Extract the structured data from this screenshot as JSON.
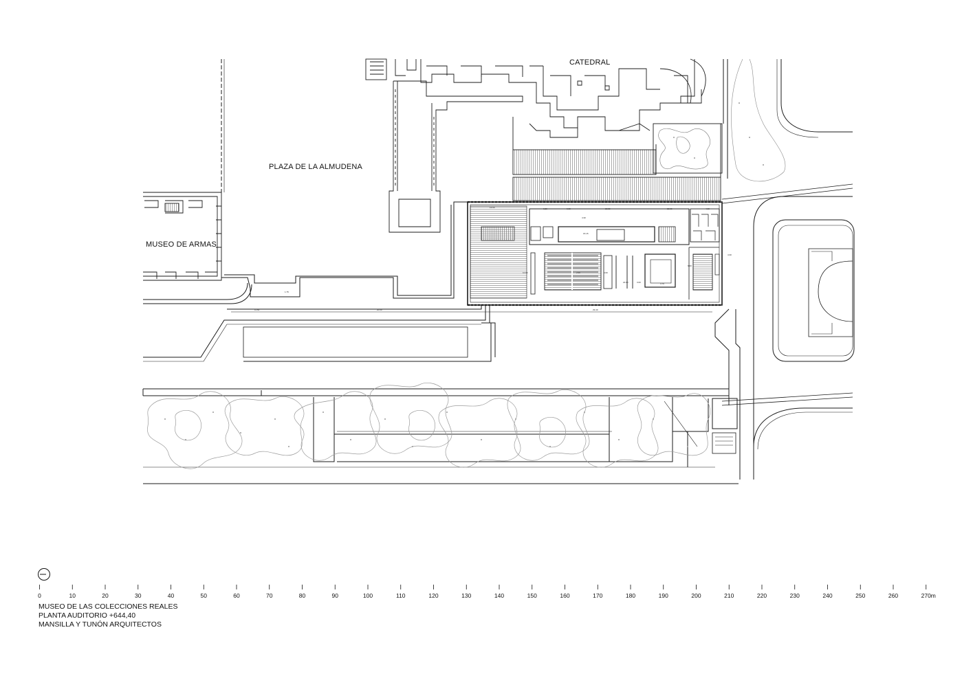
{
  "labels": {
    "catedral": "CATEDRAL",
    "plaza": "PLAZA DE LA ALMUDENA",
    "museo_armas": "MUSEO DE ARMAS"
  },
  "dimensions": [
    "1.75",
    "11.60",
    "20.00",
    "29.40",
    "13.60",
    "6.20",
    "6.00",
    "13.50",
    "4.30",
    "15.15",
    "18.00",
    "4.60",
    "4.30",
    "10.60",
    "2.00",
    "22.00",
    "4.79",
    "6.00",
    "4.60",
    "3.00"
  ],
  "scale": {
    "ticks": [
      "0",
      "10",
      "20",
      "30",
      "40",
      "50",
      "60",
      "70",
      "80",
      "90",
      "100",
      "110",
      "120",
      "130",
      "140",
      "150",
      "160",
      "170",
      "180",
      "190",
      "200",
      "210",
      "220",
      "230",
      "240",
      "250",
      "260",
      "270"
    ],
    "unit": "m"
  },
  "caption": {
    "line1": "MUSEO DE LAS COLECCIONES REALES",
    "line2": "PLANTA AUDITORIO +644,40",
    "line3": "MANSILLA Y TUNÓN ARQUITECTOS"
  },
  "icons": {
    "north": "north-arrow-icon"
  }
}
